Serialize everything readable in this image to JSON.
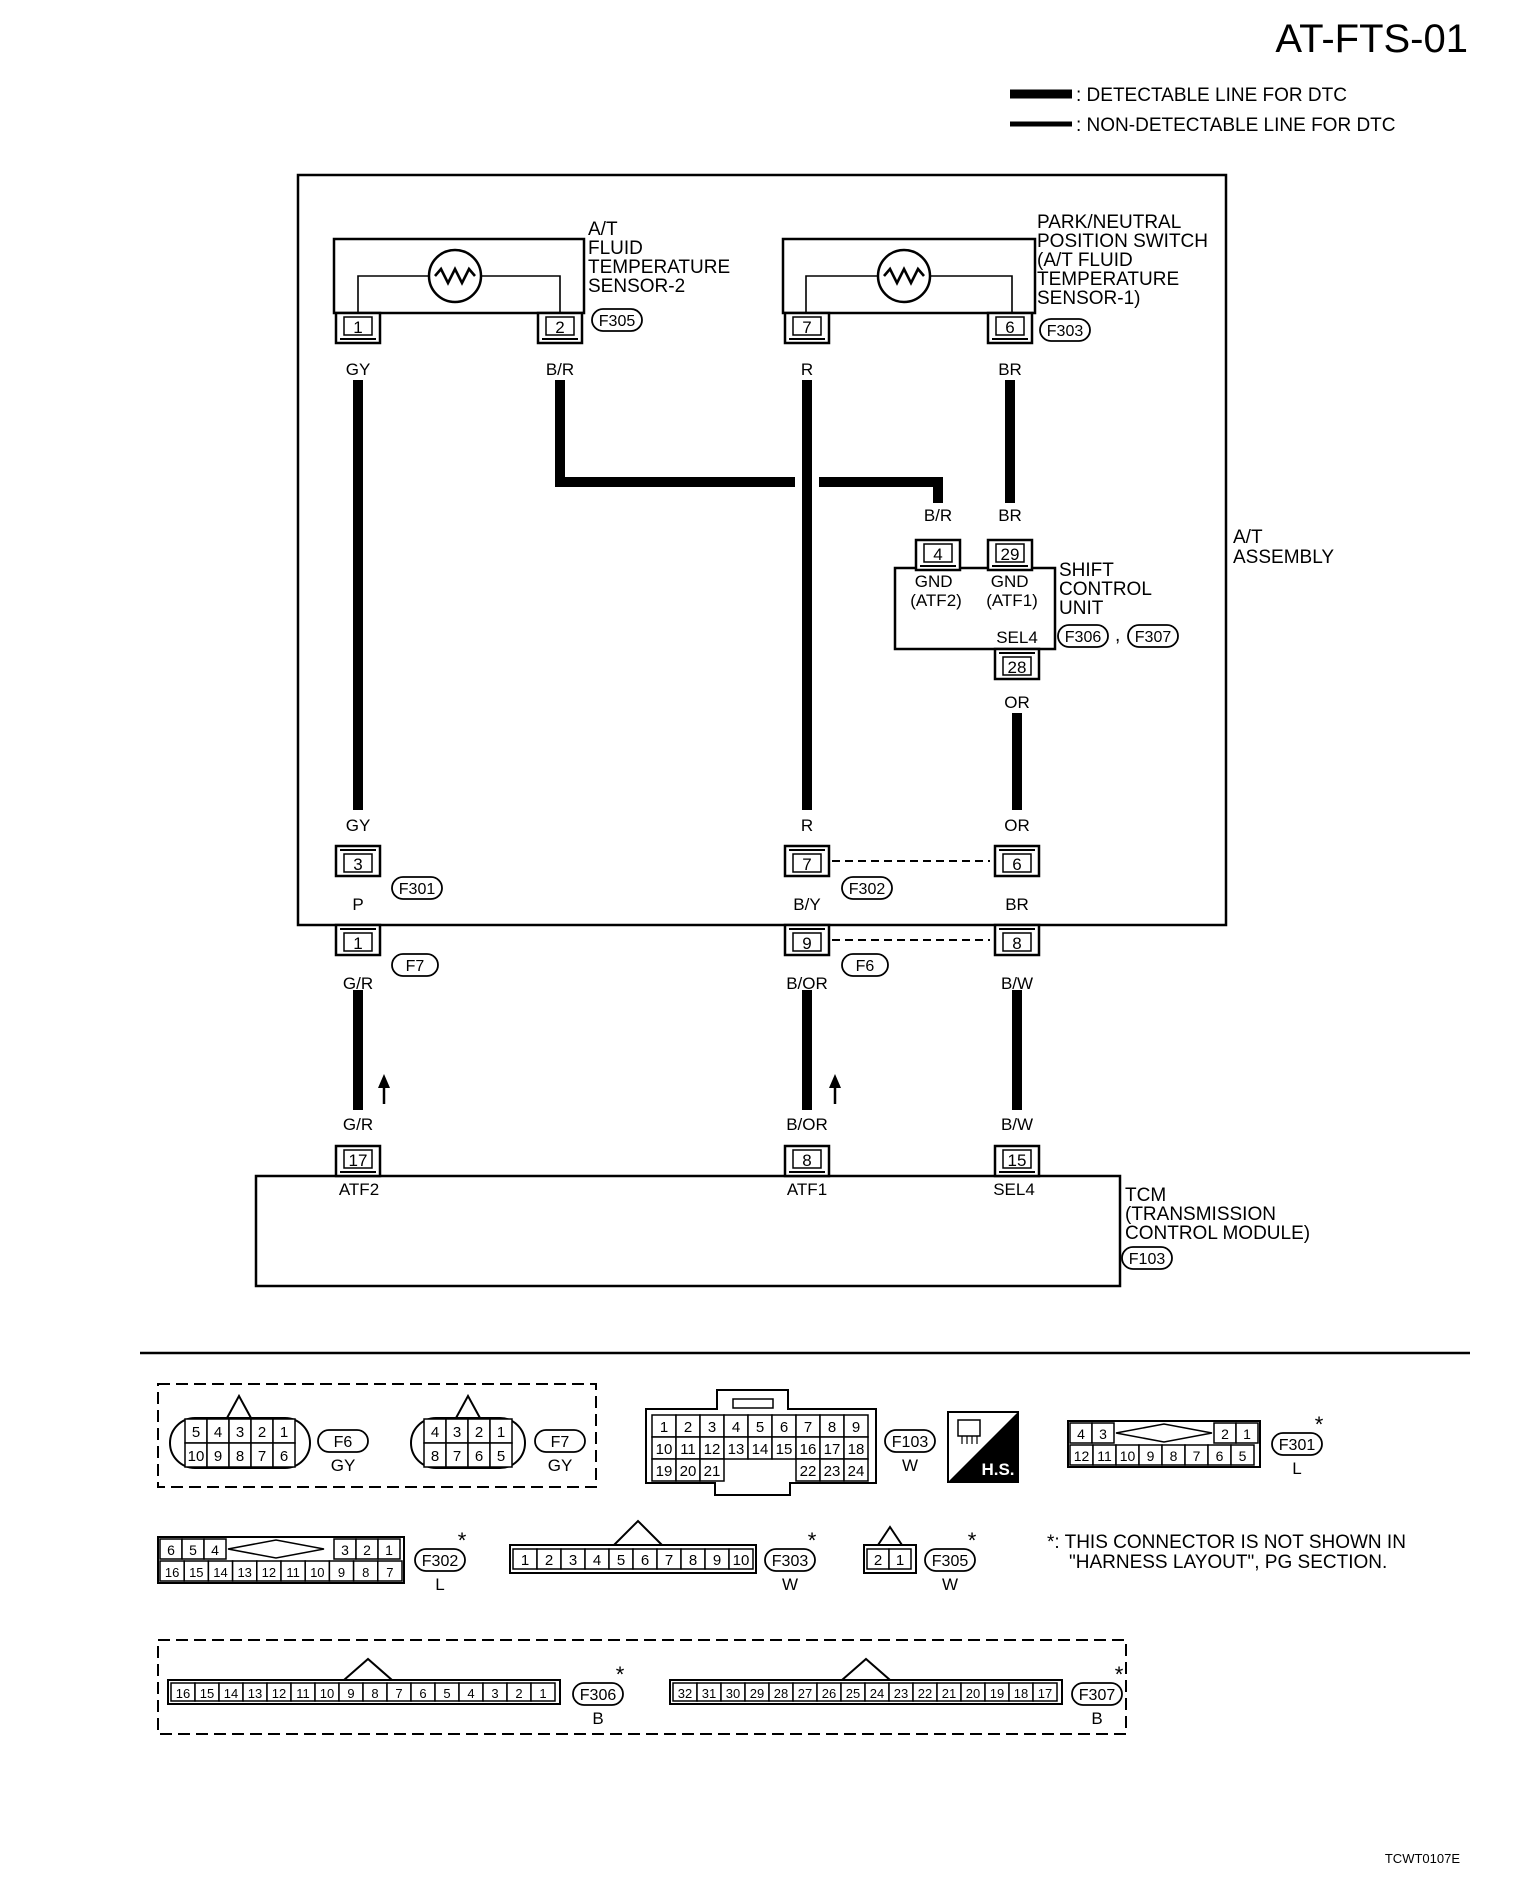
{
  "title": "AT-FTS-01",
  "legend": {
    "detectable": ": DETECTABLE LINE FOR DTC",
    "non_detectable": ": NON-DETECTABLE LINE FOR DTC"
  },
  "labels": {
    "sensor2": [
      "A/T",
      "FLUID",
      "TEMPERATURE",
      "SENSOR-2"
    ],
    "pnp_switch": [
      "PARK/NEUTRAL",
      "POSITION SWITCH",
      "(A/T FLUID",
      " TEMPERATURE",
      " SENSOR-1)"
    ],
    "at_assembly": [
      "A/T",
      "ASSEMBLY"
    ],
    "scu": [
      "SHIFT",
      "CONTROL",
      "UNIT"
    ],
    "tcm": [
      "TCM",
      "(TRANSMISSION",
      " CONTROL MODULE)"
    ],
    "scu_gnd2": [
      "GND",
      "(ATF2)"
    ],
    "scu_gnd1": [
      "GND",
      "(ATF1)"
    ],
    "scu_sel4": "SEL4",
    "tcm_atf2": "ATF2",
    "tcm_atf1": "ATF1",
    "tcm_sel4": "SEL4",
    "comma": ","
  },
  "pins": {
    "f305_1": "1",
    "f305_2": "2",
    "f303_7": "7",
    "f303_6": "6",
    "f306_4": "4",
    "f306_29": "29",
    "f306_28": "28",
    "f301_3": "3",
    "f302_7": "7",
    "f302_6": "6",
    "f7_1": "1",
    "f6_9": "9",
    "f6_8": "8",
    "f103_17": "17",
    "f103_8": "8",
    "f103_15": "15"
  },
  "wires": {
    "gy_top": "GY",
    "br_r_top": "B/R",
    "r_top": "R",
    "br_top": "BR",
    "br_r_scu": "B/R",
    "br_scu": "BR",
    "or_scu": "OR",
    "gy_bot": "GY",
    "r_bot": "R",
    "or_bot": "OR",
    "p": "P",
    "b_y": "B/Y",
    "br_mid": "BR",
    "g_r_1": "G/R",
    "b_or_1": "B/OR",
    "b_w_1": "B/W",
    "g_r_2": "G/R",
    "b_or_2": "B/OR",
    "b_w_2": "B/W"
  },
  "connectors": {
    "f305": "F305",
    "f303": "F303",
    "f306": "F306",
    "f307": "F307",
    "f301": "F301",
    "f302": "F302",
    "f7": "F7",
    "f6": "F6",
    "f103": "F103"
  },
  "face_views": {
    "f6": {
      "id": "F6",
      "color": "GY",
      "top": [
        "5",
        "4",
        "3",
        "2",
        "1"
      ],
      "bottom": [
        "10",
        "9",
        "8",
        "7",
        "6"
      ]
    },
    "f7": {
      "id": "F7",
      "color": "GY",
      "top": [
        "4",
        "3",
        "2",
        "1"
      ],
      "bottom": [
        "8",
        "7",
        "6",
        "5"
      ]
    },
    "f103": {
      "id": "F103",
      "color": "W",
      "row1": [
        "1",
        "2",
        "3",
        "4",
        "5",
        "6",
        "7",
        "8",
        "9"
      ],
      "row2": [
        "10",
        "11",
        "12",
        "13",
        "14",
        "15",
        "16",
        "17",
        "18"
      ],
      "row3": [
        "19",
        "20",
        "21",
        "22",
        "23",
        "24"
      ]
    },
    "hs": "H.S.",
    "f301": {
      "id": "F301",
      "color": "L",
      "top_left": [
        "4",
        "3"
      ],
      "top_right": [
        "2",
        "1"
      ],
      "bottom": [
        "12",
        "11",
        "10",
        "9",
        "8",
        "7",
        "6",
        "5"
      ]
    },
    "f302": {
      "id": "F302",
      "color": "L",
      "top_left": [
        "6",
        "5",
        "4"
      ],
      "top_right": [
        "3",
        "2",
        "1"
      ],
      "bottom": [
        "16",
        "15",
        "14",
        "13",
        "12",
        "11",
        "10",
        "9",
        "8",
        "7"
      ]
    },
    "f303": {
      "id": "F303",
      "color": "W",
      "pins": [
        "1",
        "2",
        "3",
        "4",
        "5",
        "6",
        "7",
        "8",
        "9",
        "10"
      ]
    },
    "f305": {
      "id": "F305",
      "color": "W",
      "pins": [
        "2",
        "1"
      ]
    },
    "f306": {
      "id": "F306",
      "color": "B",
      "pins": [
        "16",
        "15",
        "14",
        "13",
        "12",
        "11",
        "10",
        "9",
        "8",
        "7",
        "6",
        "5",
        "4",
        "3",
        "2",
        "1"
      ]
    },
    "f307": {
      "id": "F307",
      "color": "B",
      "pins": [
        "32",
        "31",
        "30",
        "29",
        "28",
        "27",
        "26",
        "25",
        "24",
        "23",
        "22",
        "21",
        "20",
        "19",
        "18",
        "17"
      ]
    }
  },
  "star": "*",
  "footnote": [
    "*: THIS CONNECTOR IS NOT SHOWN IN",
    "\"HARNESS LAYOUT\", PG SECTION."
  ],
  "code": "TCWT0107E"
}
